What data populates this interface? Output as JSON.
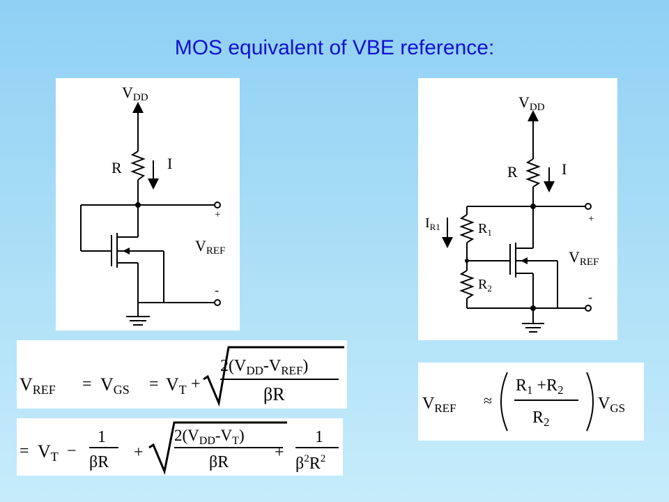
{
  "slide": {
    "title": "MOS equivalent of VBE reference:",
    "title_color": "#1010d0"
  },
  "circuit_left": {
    "vdd": {
      "main": "V",
      "sub": "DD"
    },
    "r_label": "R",
    "i_label": "I",
    "plus": "+",
    "minus": "-",
    "vref": {
      "main": "V",
      "sub": "REF"
    }
  },
  "circuit_right": {
    "vdd": {
      "main": "V",
      "sub": "DD"
    },
    "r_label": "R",
    "i_label": "I",
    "ir1": {
      "main": "I",
      "sub": "R1"
    },
    "r1": {
      "main": "R",
      "sub": "1"
    },
    "r2": {
      "main": "R",
      "sub": "2"
    },
    "plus": "+",
    "minus": "-",
    "vref": {
      "main": "V",
      "sub": "REF"
    }
  },
  "equation1": {
    "lhs": {
      "main": "V",
      "sub": "REF"
    },
    "eq1": "=",
    "vgs": {
      "main": "V",
      "sub": "GS"
    },
    "eq2": "=",
    "vt": {
      "main": "V",
      "sub": "T"
    },
    "plus": "+",
    "num_pre": "2(V",
    "num_dd": "DD",
    "num_mid": "-V",
    "num_ref": "REF",
    "num_post": ")",
    "den_beta": "β",
    "den_r": "R"
  },
  "equation2": {
    "eq": "=",
    "vt": {
      "main": "V",
      "sub": "T"
    },
    "minus": "−",
    "frac1_num": "1",
    "frac1_beta": "β",
    "frac1_r": "R",
    "plus1": "+",
    "num_pre": "2(V",
    "num_dd": "DD",
    "num_mid": "-V",
    "num_t": "T",
    "num_post": ")",
    "den_beta": "β",
    "den_r": "R",
    "plus2": "+",
    "frac3_num": "1",
    "frac3_beta": "β",
    "frac3_beta_exp": "2",
    "frac3_r": "R",
    "frac3_r_exp": "2"
  },
  "equation3": {
    "lhs": {
      "main": "V",
      "sub": "REF"
    },
    "approx": "≈",
    "num_r1": {
      "main": "R",
      "sub": "1"
    },
    "num_plus": "+R",
    "num_r2_sub": "2",
    "den": {
      "main": "R",
      "sub": "2"
    },
    "vgs": {
      "main": "V",
      "sub": "GS"
    }
  }
}
